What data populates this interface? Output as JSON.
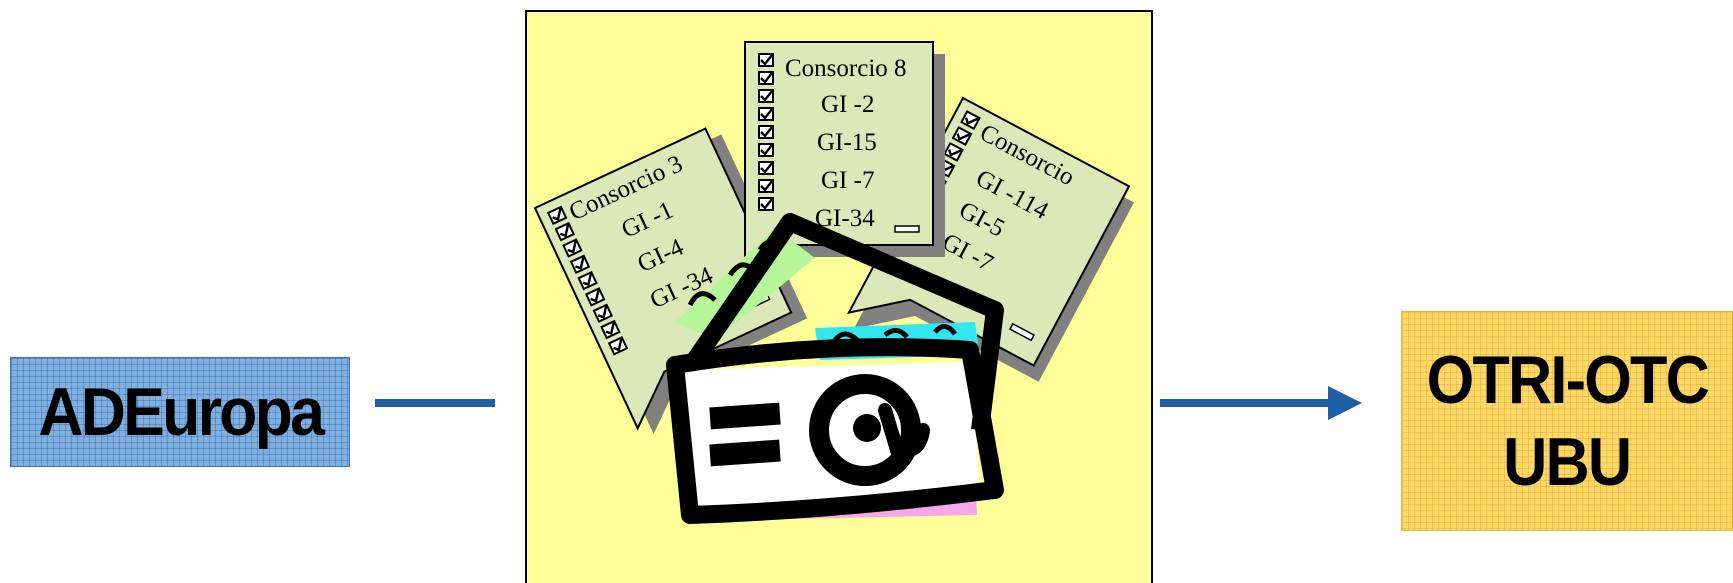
{
  "left_box": {
    "label": "ADEuropa"
  },
  "right_box": {
    "line1": "OTRI-OTC",
    "line2": "UBU"
  },
  "documents": {
    "left": {
      "title": "Consorcio 3",
      "items": [
        "GI -1",
        "GI-4",
        "GI -34"
      ]
    },
    "middle": {
      "title": "Consorcio 8",
      "items": [
        "GI -2",
        "GI-15",
        "GI -7",
        "GI-34"
      ]
    },
    "right": {
      "title": "Consorcio",
      "items": [
        "GI -114",
        "GI-5",
        "GI -7"
      ]
    }
  },
  "colors": {
    "arrow": "#1f5fa8",
    "panel": "#ffff99",
    "document": "#dde8b8",
    "left_box": "#7fb0df",
    "right_box": "#fdd96a"
  },
  "icons": {
    "envelope": "email-envelope-icon",
    "checkbox": "checkbox-checked-icon"
  }
}
